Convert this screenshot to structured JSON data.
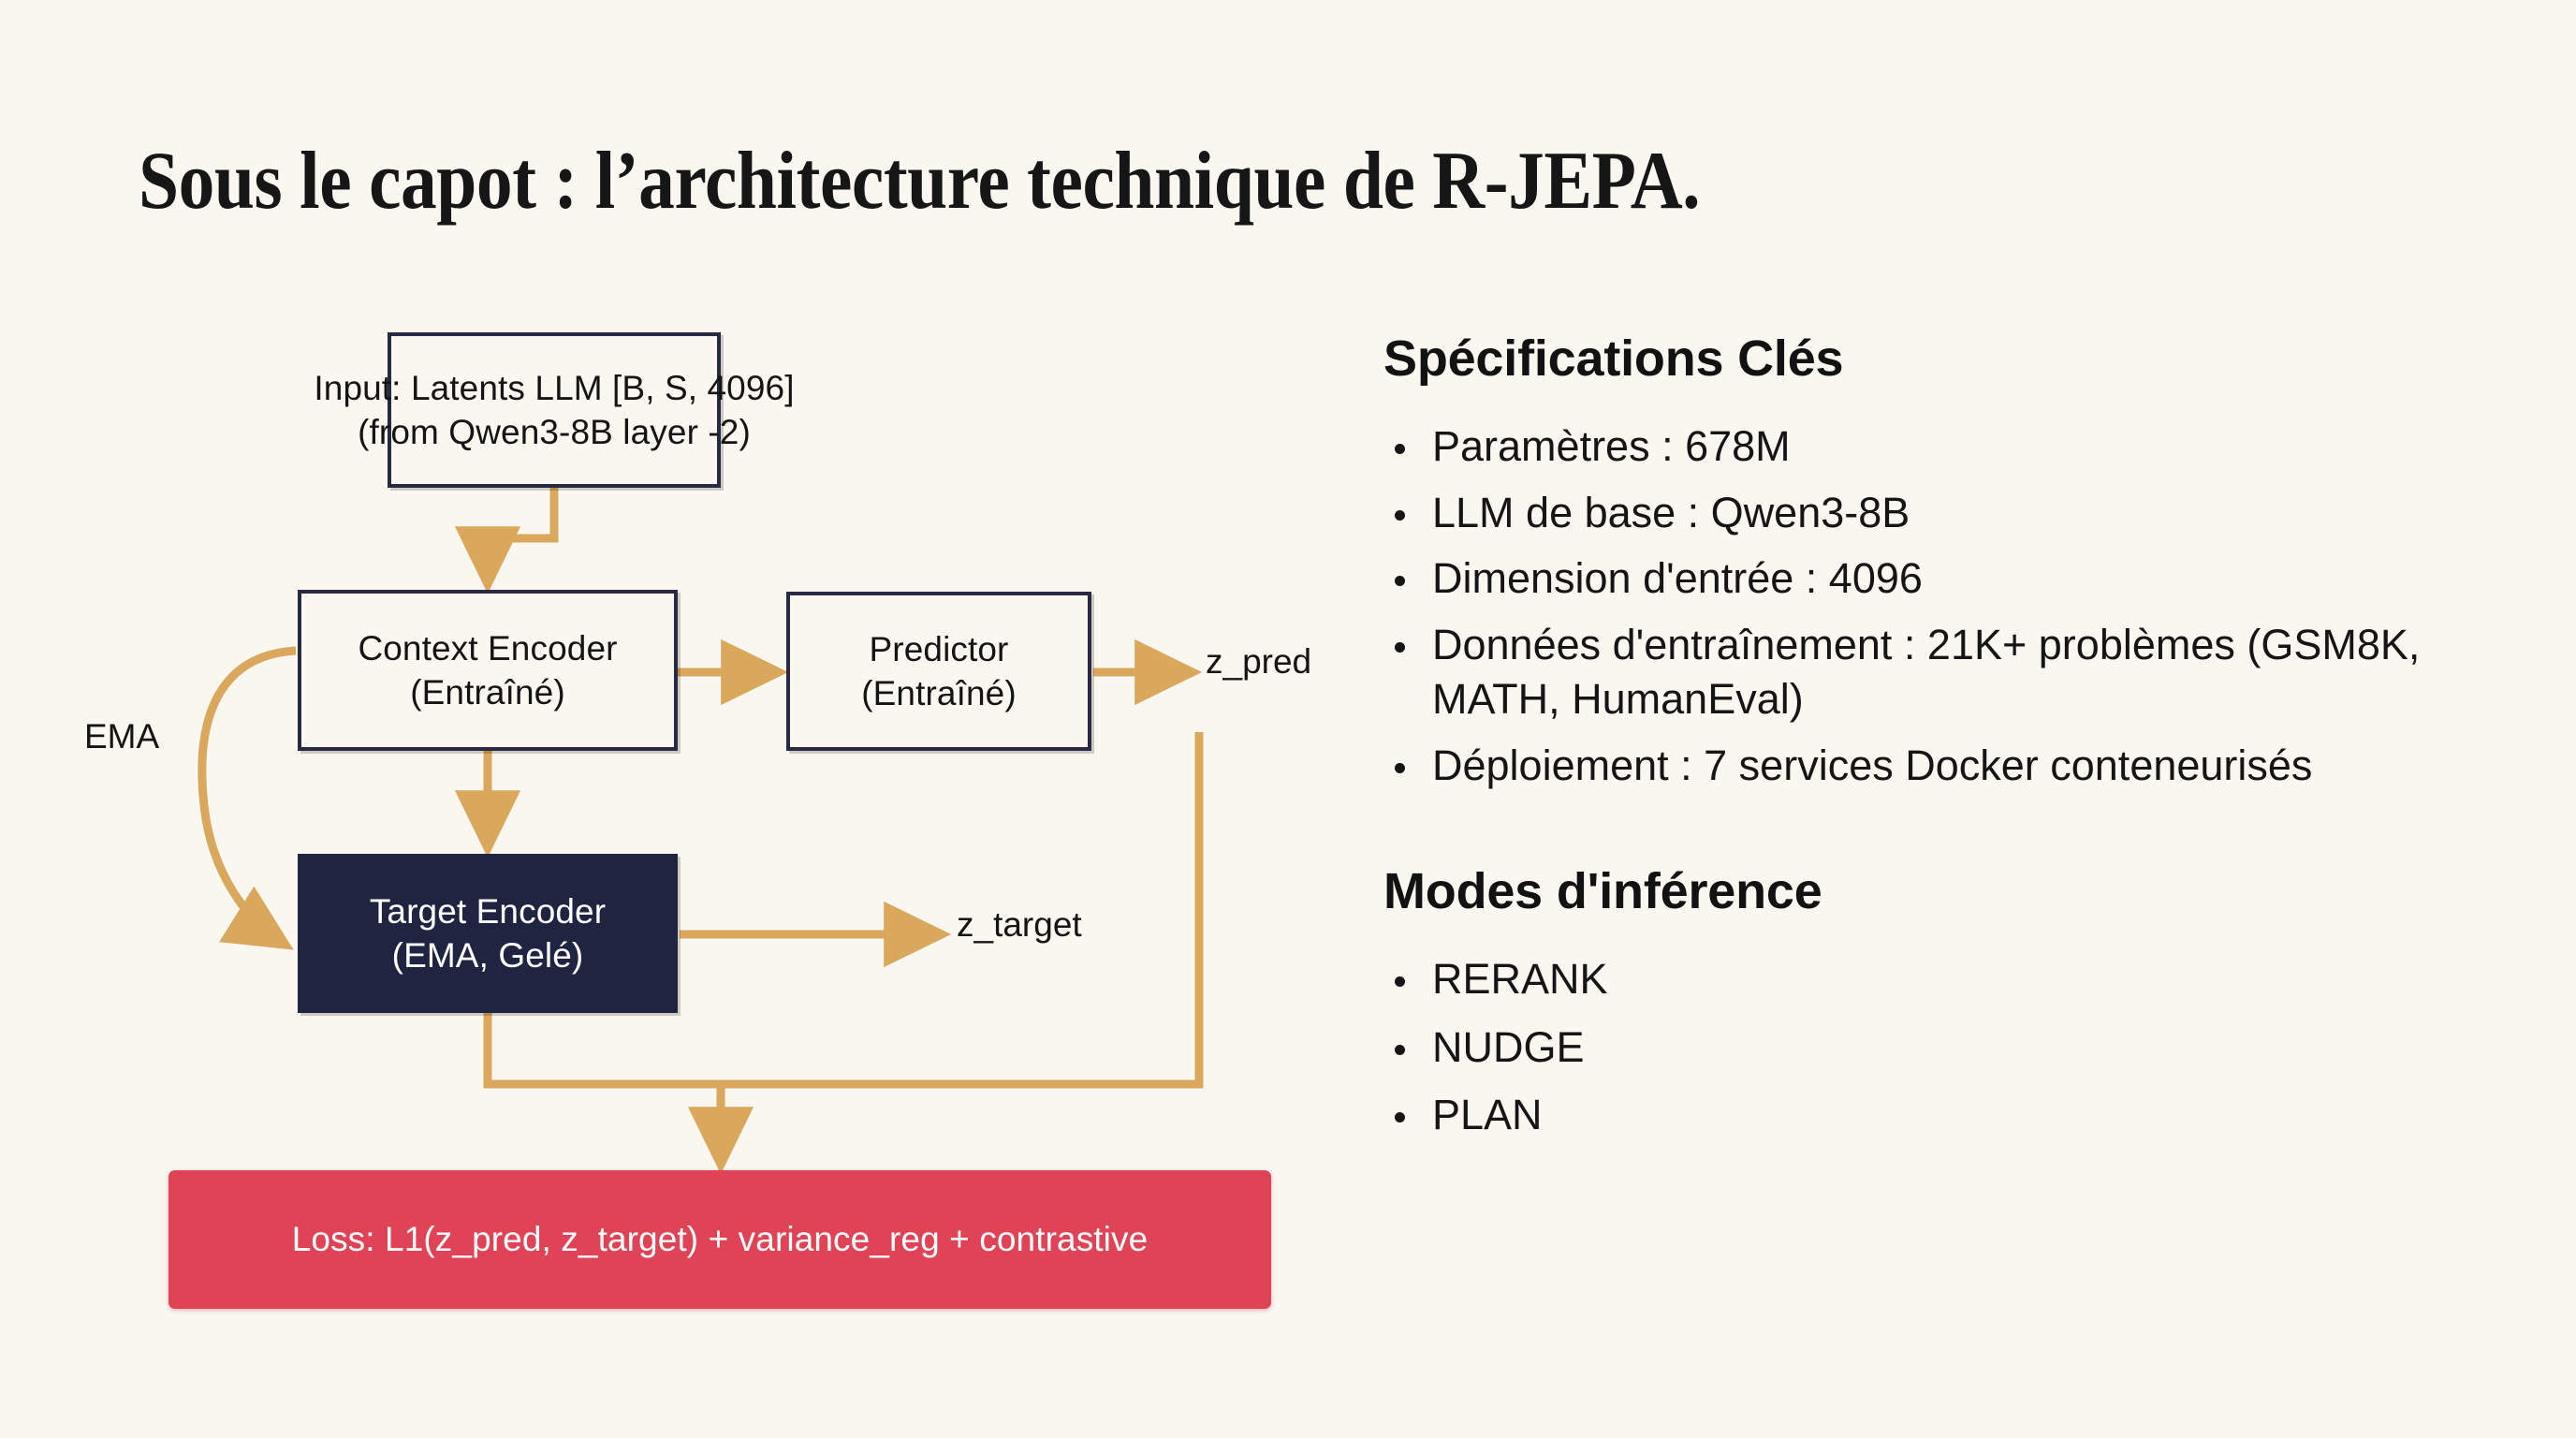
{
  "slide": {
    "title": "Sous le capot : l’architecture technique de R-JEPA.",
    "background_color": "#faf7f0"
  },
  "colors": {
    "arrow": "#d9a85c",
    "box_border": "#272a42",
    "dark_box_fill": "#1f2440",
    "loss_box_fill": "#e04256",
    "text": "#151515"
  },
  "diagram": {
    "type": "flowchart",
    "nodes": [
      {
        "id": "input",
        "style": "outlined",
        "lines": [
          "Input: Latents LLM [B, S, 4096]",
          "(from Qwen3-8B layer -2)"
        ]
      },
      {
        "id": "context_encoder",
        "style": "outlined",
        "lines": [
          "Context Encoder",
          "(Entraîné)"
        ]
      },
      {
        "id": "predictor",
        "style": "outlined",
        "lines": [
          "Predictor",
          "(Entraîné)"
        ]
      },
      {
        "id": "target_encoder",
        "style": "dark",
        "lines": [
          "Target Encoder",
          "(EMA, Gelé)"
        ]
      },
      {
        "id": "loss",
        "style": "loss",
        "lines": [
          "Loss: L1(z_pred, z_target) + variance_reg + contrastive"
        ]
      }
    ],
    "edge_labels": {
      "z_pred": "z_pred",
      "z_target": "z_target",
      "ema": "EMA"
    },
    "edges": [
      {
        "from": "input",
        "to": "context_encoder",
        "label": ""
      },
      {
        "from": "context_encoder",
        "to": "predictor",
        "label": ""
      },
      {
        "from": "context_encoder",
        "to": "target_encoder",
        "label": ""
      },
      {
        "from": "context_encoder",
        "to": "target_encoder",
        "label": "EMA"
      },
      {
        "from": "predictor",
        "to": "z_pred",
        "label": "z_pred"
      },
      {
        "from": "target_encoder",
        "to": "z_target",
        "label": "z_target"
      },
      {
        "from": "z_pred",
        "to": "loss",
        "label": ""
      },
      {
        "from": "target_encoder",
        "to": "loss",
        "label": ""
      }
    ]
  },
  "specs": {
    "heading": "Spécifications Clés",
    "items": [
      "Paramètres : 678M",
      "LLM de base : Qwen3-8B",
      "Dimension d'entrée : 4096",
      "Données d'entraînement : 21K+ problèmes (GSM8K, MATH, HumanEval)",
      "Déploiement : 7 services Docker conteneurisés"
    ]
  },
  "modes": {
    "heading": "Modes d'inférence",
    "items": [
      "RERANK",
      "NUDGE",
      "PLAN"
    ]
  }
}
